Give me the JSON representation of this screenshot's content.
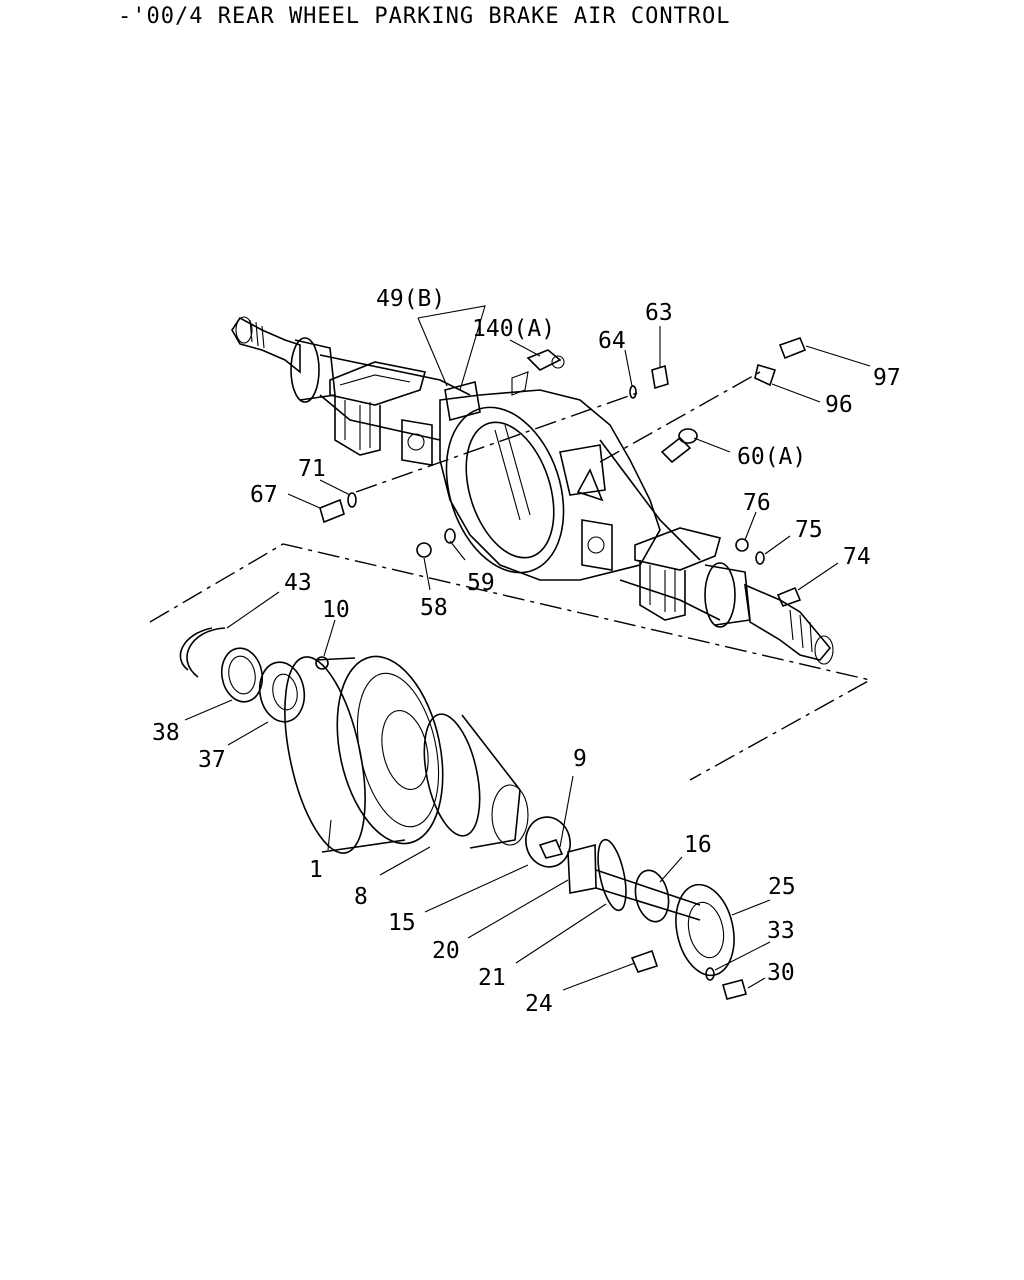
{
  "title": "-'00/4 REAR WHEEL PARKING BRAKE AIR CONTROL",
  "callouts": [
    {
      "id": "c49b",
      "text": "49(B)"
    },
    {
      "id": "c140a",
      "text": "140(A)"
    },
    {
      "id": "c64",
      "text": "64"
    },
    {
      "id": "c63",
      "text": "63"
    },
    {
      "id": "c97",
      "text": "97"
    },
    {
      "id": "c96",
      "text": "96"
    },
    {
      "id": "c60a",
      "text": "60(A)"
    },
    {
      "id": "c71",
      "text": "71"
    },
    {
      "id": "c67",
      "text": "67"
    },
    {
      "id": "c76",
      "text": "76"
    },
    {
      "id": "c75",
      "text": "75"
    },
    {
      "id": "c74",
      "text": "74"
    },
    {
      "id": "c43",
      "text": "43"
    },
    {
      "id": "c10",
      "text": "10"
    },
    {
      "id": "c59",
      "text": "59"
    },
    {
      "id": "c58",
      "text": "58"
    },
    {
      "id": "c38",
      "text": "38"
    },
    {
      "id": "c37",
      "text": "37"
    },
    {
      "id": "c9",
      "text": "9"
    },
    {
      "id": "c16",
      "text": "16"
    },
    {
      "id": "c1",
      "text": "1"
    },
    {
      "id": "c25",
      "text": "25"
    },
    {
      "id": "c8",
      "text": "8"
    },
    {
      "id": "c33",
      "text": "33"
    },
    {
      "id": "c15",
      "text": "15"
    },
    {
      "id": "c30",
      "text": "30"
    },
    {
      "id": "c20",
      "text": "20"
    },
    {
      "id": "c21",
      "text": "21"
    },
    {
      "id": "c24",
      "text": "24"
    }
  ]
}
